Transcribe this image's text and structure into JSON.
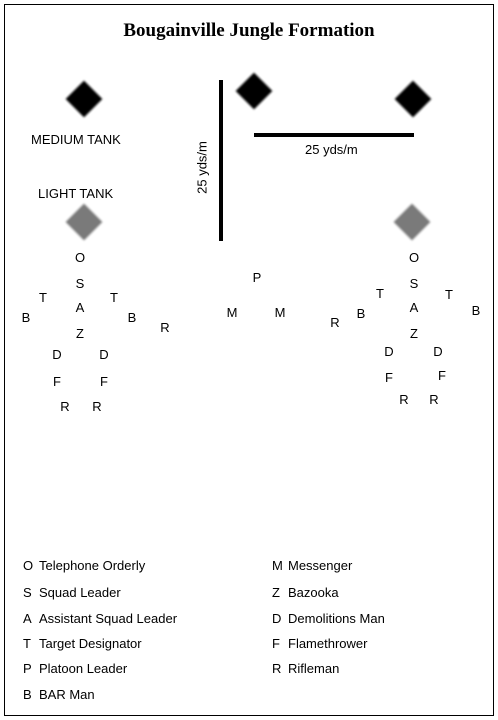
{
  "title": "Bougainville Jungle Formation",
  "labels": {
    "medium_tank": "MEDIUM TANK",
    "light_tank": "LIGHT TANK"
  },
  "scale": {
    "vertical": "25 yds/m",
    "horizontal": "25 yds/m"
  },
  "colors": {
    "medium_tank": "#000000",
    "light_tank": "#7a7a7a"
  },
  "formation": {
    "left_squad": [
      "O",
      "S",
      "A",
      "Z",
      "T",
      "T",
      "B",
      "B",
      "R",
      "D",
      "D",
      "F",
      "F",
      "R",
      "R"
    ],
    "center_hq": [
      "P",
      "M",
      "M"
    ],
    "right_squad": [
      "O",
      "S",
      "A",
      "Z",
      "T",
      "T",
      "B",
      "B",
      "R",
      "D",
      "D",
      "F",
      "F",
      "R",
      "R"
    ]
  },
  "legend": {
    "left": [
      {
        "code": "O",
        "text": "Telephone Orderly"
      },
      {
        "code": "S",
        "text": "Squad Leader"
      },
      {
        "code": "A",
        "text": "Assistant Squad Leader"
      },
      {
        "code": "T",
        "text": "Target Designator"
      },
      {
        "code": "P",
        "text": "Platoon Leader"
      },
      {
        "code": "B",
        "text": "BAR Man"
      }
    ],
    "right": [
      {
        "code": "M",
        "text": "Messenger"
      },
      {
        "code": "Z",
        "text": "Bazooka"
      },
      {
        "code": "D",
        "text": "Demolitions Man"
      },
      {
        "code": "F",
        "text": "Flamethrower"
      },
      {
        "code": "R",
        "text": "Rifleman"
      }
    ]
  }
}
